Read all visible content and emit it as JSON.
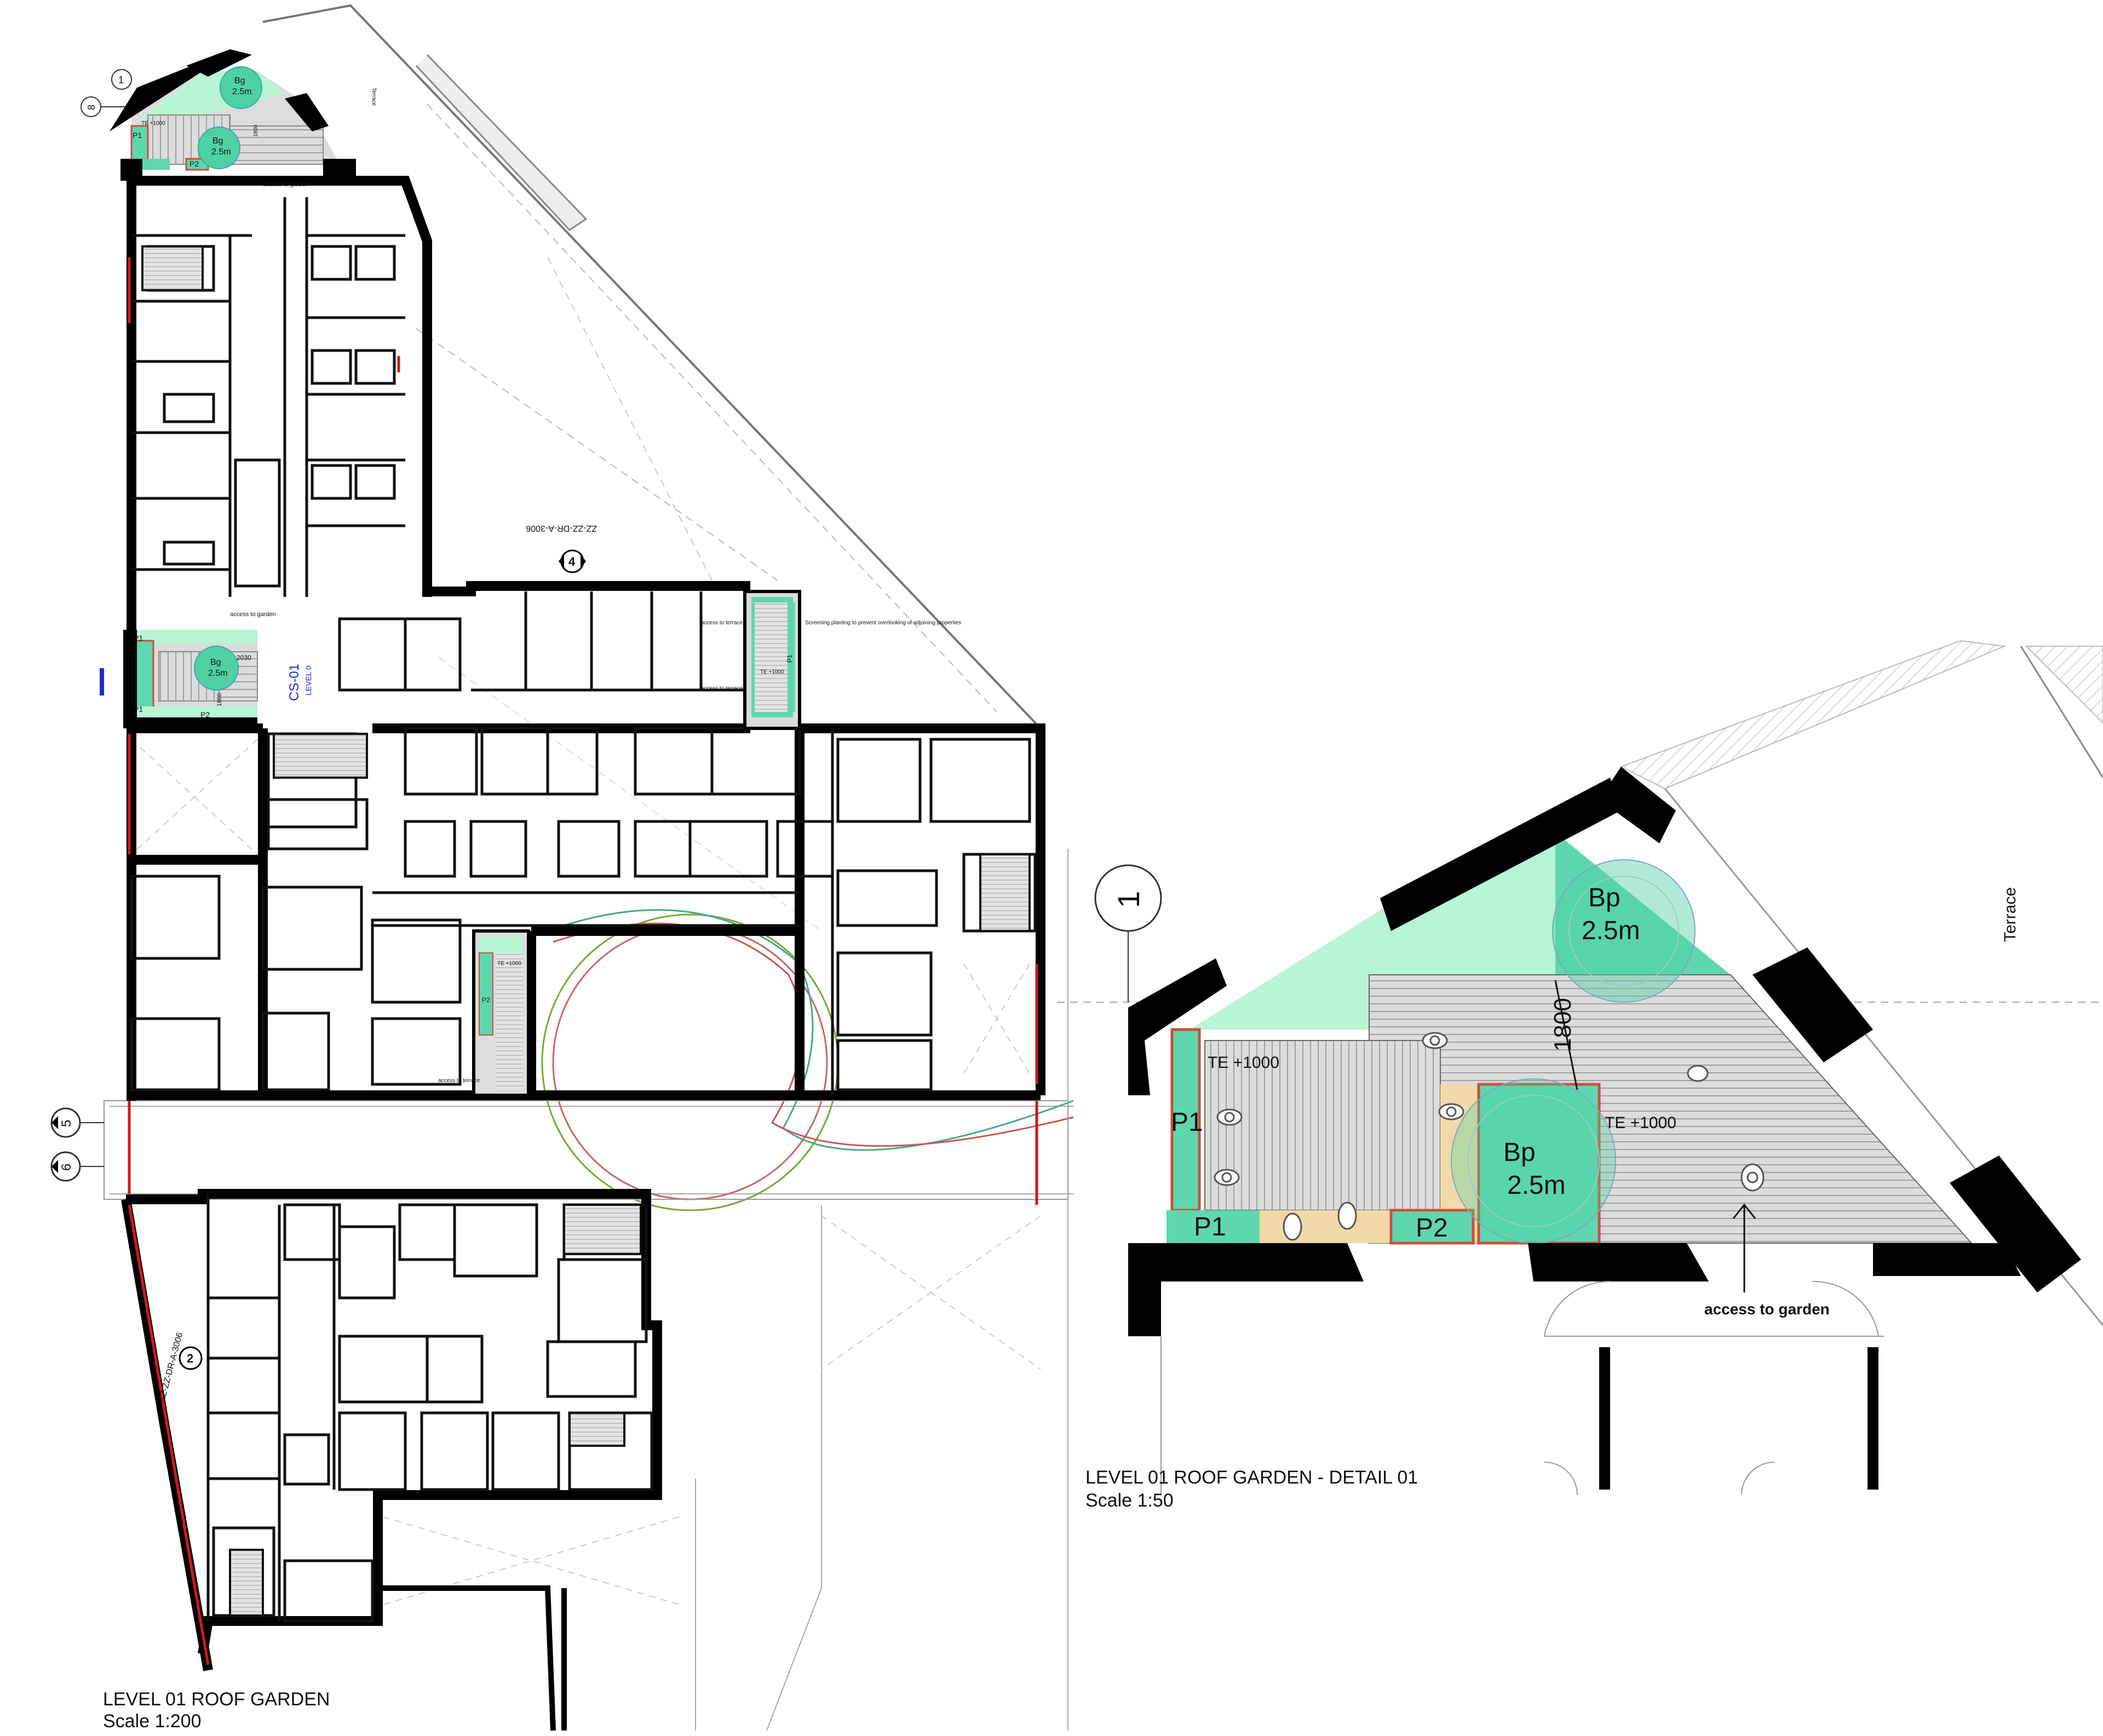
{
  "colors": {
    "wall": "#000000",
    "planting_mint": "#b7f5d6",
    "planting_teal": "#5ed7b0",
    "tree_fill": "#4fd1a3",
    "decking": "#cfcfcf",
    "paving": "#f1d9a8",
    "redline": "#d01818",
    "blue_marker": "#1a2bd6",
    "planter_edge": "#c8513c"
  },
  "main_plan": {
    "title": "LEVEL 01 ROOF GARDEN",
    "scale": "Scale 1:200",
    "grid_marks": [
      "8",
      "1",
      "5",
      "6"
    ],
    "section_ref_top": "ZZ-ZZ-DR-A-3006",
    "section_ref_top_number": "4",
    "section_ref_bottom": "ZZ-ZZ-DR-A-3006",
    "section_ref_bottom_number": "2",
    "section_cut": "CS-01",
    "section_cut_sub": "LEVEL 0",
    "gardens": {
      "north": {
        "bp_label": "Bg",
        "bp_size": "2.5m",
        "bp2_label": "Bg",
        "bp2_size": "2.5m",
        "p1": "P1",
        "p2": "P2",
        "te": "TE +1000",
        "dim": "1800",
        "access": "access to garden"
      },
      "west": {
        "bp_label": "Bg",
        "bp_size": "2.5m",
        "p1a": "P1",
        "p1b": "P1",
        "p2": "P2",
        "dim_a": "2030",
        "dim_b": "1800",
        "access": "access to garden"
      },
      "east": {
        "p1": "P1",
        "te": "TE +1000",
        "access_a": "access to terrace",
        "access_b": "access to terrace",
        "note": "Screening planting to prevent overlooking of adjoining properties"
      },
      "south": {
        "p2": "P2",
        "te": "TE +1000",
        "access": "access to terrace"
      }
    },
    "terrace_label": "Terrace"
  },
  "detail": {
    "title": "LEVEL 01 ROOF GARDEN - DETAIL 01",
    "scale": "Scale 1:50",
    "grid_mark": "1",
    "terrace": "Terrace",
    "bp_top_label": "Bp",
    "bp_top_size": "2.5m",
    "bp_mid_label": "Bp",
    "bp_mid_size": "2.5m",
    "te_left": "TE +1000",
    "te_right": "TE +1000",
    "dim": "1800",
    "p1_vertical": "P1",
    "p1_bottom": "P1",
    "p2": "P2",
    "access": "access to garden"
  }
}
